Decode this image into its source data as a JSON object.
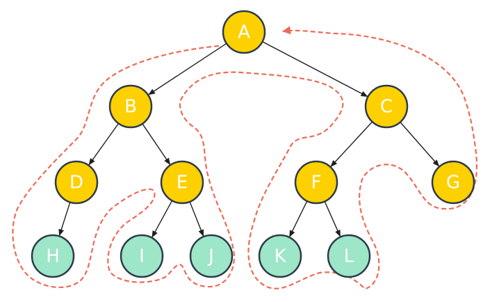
{
  "diagram": {
    "colors": {
      "internal_node": "#fdd000",
      "leaf_node": "#9de6c8",
      "node_border": "#2d3a4a",
      "edge": "#1f1f1f",
      "traversal_path": "#ee6a58"
    },
    "nodes": [
      {
        "id": "A",
        "label": "A",
        "kind": "internal"
      },
      {
        "id": "B",
        "label": "B",
        "kind": "internal"
      },
      {
        "id": "C",
        "label": "C",
        "kind": "internal"
      },
      {
        "id": "D",
        "label": "D",
        "kind": "internal"
      },
      {
        "id": "E",
        "label": "E",
        "kind": "internal"
      },
      {
        "id": "F",
        "label": "F",
        "kind": "internal"
      },
      {
        "id": "G",
        "label": "G",
        "kind": "internal"
      },
      {
        "id": "H",
        "label": "H",
        "kind": "leaf"
      },
      {
        "id": "I",
        "label": "I",
        "kind": "leaf"
      },
      {
        "id": "J",
        "label": "J",
        "kind": "leaf"
      },
      {
        "id": "K",
        "label": "K",
        "kind": "leaf"
      },
      {
        "id": "L",
        "label": "L",
        "kind": "leaf"
      }
    ],
    "edges": [
      {
        "from": "A",
        "to": "B"
      },
      {
        "from": "A",
        "to": "C"
      },
      {
        "from": "B",
        "to": "D"
      },
      {
        "from": "B",
        "to": "E"
      },
      {
        "from": "D",
        "to": "H"
      },
      {
        "from": "E",
        "to": "I"
      },
      {
        "from": "E",
        "to": "J"
      },
      {
        "from": "C",
        "to": "F"
      },
      {
        "from": "C",
        "to": "G"
      },
      {
        "from": "F",
        "to": "K"
      },
      {
        "from": "F",
        "to": "L"
      }
    ],
    "traversal": {
      "style": "dashed",
      "direction": "counter-clockwise",
      "arrow_target": "A"
    }
  }
}
